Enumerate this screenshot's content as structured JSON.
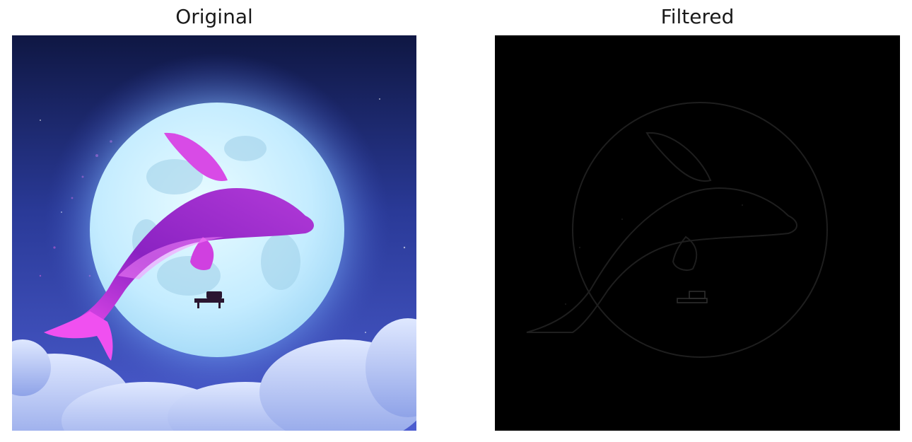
{
  "panels": [
    {
      "title": "Original"
    },
    {
      "title": "Filtered"
    }
  ],
  "colors": {
    "sky_top": "#111a4a",
    "sky_mid": "#2e3f9e",
    "sky_low": "#5a66d6",
    "moon_glow": "#bfe9ff",
    "moon_body": "#cdeeff",
    "whale_magenta": "#e040e8",
    "whale_purple": "#7a1fb5",
    "cloud": "#c9d9ff",
    "filtered_bg": "#000000",
    "filtered_edge": "#2a2a2a"
  },
  "icons": {
    "original_image": "night-whale-moon-image",
    "filtered_image": "edge-filtered-image"
  }
}
